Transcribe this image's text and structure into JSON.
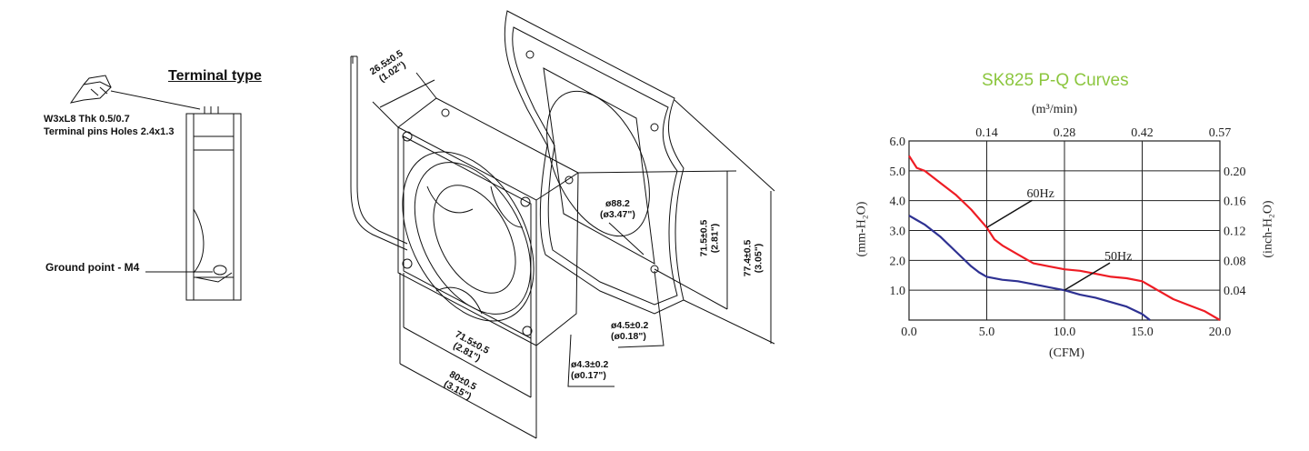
{
  "terminal": {
    "title": "Terminal type",
    "spec_line1": "W3xL8  Thk 0.5/0.7",
    "spec_line2": "Terminal pins Holes 2.4x1.3",
    "ground_label": "Ground point - M4"
  },
  "drawing": {
    "depth_mm": "26.5±0.5",
    "depth_in": "(1.02\")",
    "dia_mm": "ø88.2",
    "dia_in": "(ø3.47\")",
    "hole_pitch_mm": "71.5±0.5",
    "hole_pitch_in": "(2.81\")",
    "outer_mm": "77.4±0.5",
    "outer_in": "(3.05\")",
    "hole_a_mm": "ø4.5±0.2",
    "hole_a_in": "(ø0.18\")",
    "hole_b_mm": "ø4.3±0.2",
    "hole_b_in": "(ø0.17\")",
    "bottom_pitch_mm": "71.5±0.5",
    "bottom_pitch_in": "(2.81\")",
    "bottom_width_mm": "80±0.5",
    "bottom_width_in": "(3.15\")"
  },
  "chart_data": {
    "type": "line",
    "title": "SK825 P-Q Curves",
    "xlabel": "(CFM)",
    "x_top_label": "(m³/min)",
    "ylabel_left": "(mm-H₂O)",
    "ylabel_right": "(inch-H₂O)",
    "xlim": [
      0,
      20
    ],
    "ylim": [
      0,
      6
    ],
    "x_ticks": [
      "0.0",
      "5.0",
      "10.0",
      "15.0",
      "20.0"
    ],
    "x_ticks_values": [
      0,
      5,
      10,
      15,
      20
    ],
    "x_top_ticks": [
      "0.14",
      "0.28",
      "0.42",
      "0.57"
    ],
    "x_top_ticks_values": [
      5,
      10,
      15,
      20
    ],
    "y_left_ticks": [
      "6.0",
      "5.0",
      "4.0",
      "3.0",
      "2.0",
      "1.0"
    ],
    "y_left_ticks_values": [
      6,
      5,
      4,
      3,
      2,
      1
    ],
    "y_right_ticks": [
      "0.20",
      "0.16",
      "0.12",
      "0.08",
      "0.04"
    ],
    "y_right_ticks_values": [
      5,
      4,
      3,
      2,
      1
    ],
    "grid": true,
    "series": [
      {
        "name": "60Hz",
        "color": "#ee1c24",
        "x": [
          0,
          0.5,
          1,
          2,
          3,
          4,
          5,
          5.5,
          6,
          7,
          8,
          9,
          10,
          11,
          12,
          13,
          14,
          15,
          16,
          17,
          18,
          19,
          20
        ],
        "y": [
          5.5,
          5.1,
          5.0,
          4.6,
          4.2,
          3.7,
          3.1,
          2.7,
          2.5,
          2.2,
          1.9,
          1.8,
          1.7,
          1.65,
          1.55,
          1.45,
          1.4,
          1.3,
          1.0,
          0.7,
          0.5,
          0.3,
          0.0
        ]
      },
      {
        "name": "50Hz",
        "color": "#2e3192",
        "x": [
          0,
          0.5,
          1,
          2,
          3,
          4,
          4.5,
          5,
          6,
          7,
          8,
          9,
          10,
          11,
          12,
          13,
          14,
          15,
          15.5
        ],
        "y": [
          3.5,
          3.35,
          3.2,
          2.8,
          2.3,
          1.8,
          1.6,
          1.45,
          1.35,
          1.3,
          1.2,
          1.1,
          1.0,
          0.85,
          0.75,
          0.6,
          0.45,
          0.2,
          0.0
        ]
      }
    ],
    "annotations": [
      {
        "text": "60Hz",
        "series": "60Hz",
        "at_x": 5.0
      },
      {
        "text": "50Hz",
        "series": "50Hz",
        "at_x": 10.0
      }
    ]
  }
}
